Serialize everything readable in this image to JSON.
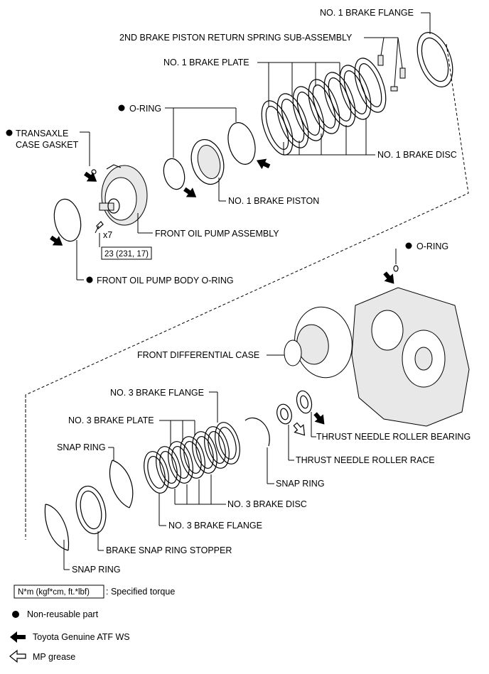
{
  "labels": {
    "no1_brake_flange": "NO. 1 BRAKE FLANGE",
    "second_brake_spring": "2ND BRAKE PISTON RETURN SPRING SUB-ASSEMBLY",
    "no1_brake_plate": "NO. 1 BRAKE PLATE",
    "o_ring_top": "O-RING",
    "transaxle_gasket_1": "TRANSAXLE",
    "transaxle_gasket_2": "CASE GASKET",
    "no1_brake_disc": "NO. 1 BRAKE DISC",
    "no1_brake_piston": "NO. 1 BRAKE PISTON",
    "bolt_count": "x7",
    "front_oil_pump_assembly": "FRONT OIL PUMP ASSEMBLY",
    "torque_value": "23 (231, 17)",
    "front_oil_pump_body_oring": "FRONT OIL PUMP BODY O-RING",
    "o_ring_right": "O-RING",
    "front_differential_case": "FRONT DIFFERENTIAL CASE",
    "no3_brake_flange_top": "NO. 3 BRAKE FLANGE",
    "no3_brake_plate": "NO. 3 BRAKE PLATE",
    "snap_ring_left": "SNAP RING",
    "thrust_needle_roller_bearing": "THRUST NEEDLE ROLLER BEARING",
    "thrust_needle_roller_race": "THRUST NEEDLE ROLLER RACE",
    "snap_ring_mid": "SNAP RING",
    "no3_brake_disc": "NO. 3 BRAKE DISC",
    "no3_brake_flange_bottom": "NO. 3 BRAKE FLANGE",
    "brake_snap_ring_stopper": "BRAKE SNAP RING STOPPER",
    "snap_ring_bottom": "SNAP RING"
  },
  "legend": {
    "torque_box": "N*m (kgf*cm, ft.*lbf)",
    "torque_desc": ": Specified torque",
    "non_reusable": "Non-reusable part",
    "atf": "Toyota Genuine ATF WS",
    "grease": "MP grease"
  },
  "icons": {
    "non_reusable": "filled-circle-icon",
    "atf": "black-arrow-icon",
    "grease": "white-arrow-icon"
  }
}
